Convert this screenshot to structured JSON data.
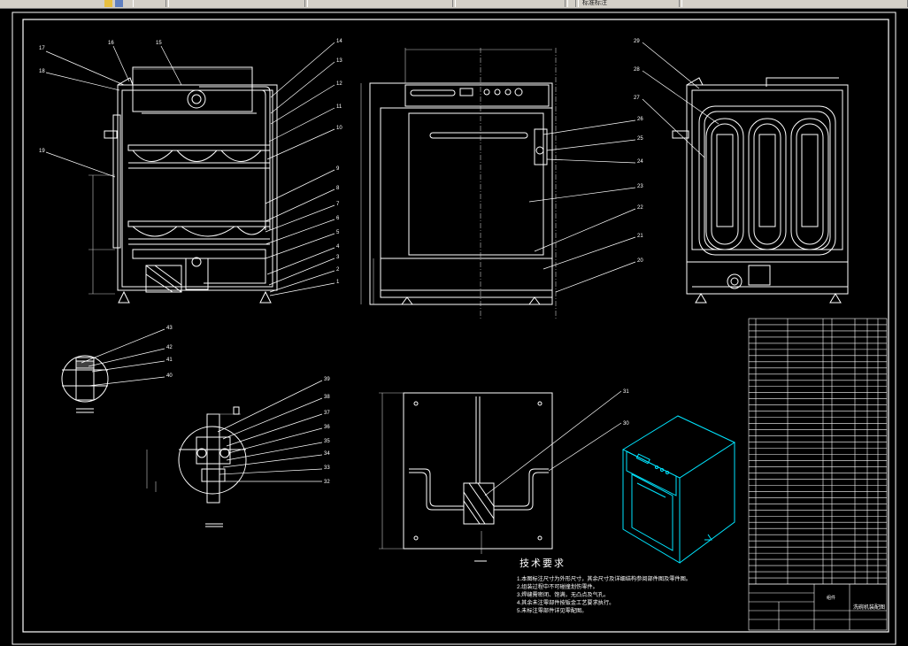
{
  "toolbar": {
    "tabs": [
      "",
      "",
      "",
      "",
      "",
      "标准标注"
    ]
  },
  "drawing": {
    "front_view": {
      "callouts": [
        "17",
        "16",
        "15",
        "14",
        "13",
        "12",
        "11",
        "10",
        "9",
        "8",
        "7",
        "6",
        "5",
        "4",
        "3",
        "2",
        "1",
        "18",
        "19"
      ]
    },
    "door_view": {
      "callouts": [
        "26",
        "25",
        "24",
        "23",
        "22",
        "21",
        "20"
      ]
    },
    "side_view": {
      "callouts": [
        "29",
        "28",
        "27"
      ]
    },
    "detail_a": {
      "callouts": [
        "43",
        "42",
        "41",
        "40"
      ]
    },
    "detail_b": {
      "callouts": [
        "39",
        "38",
        "37",
        "36",
        "35",
        "34",
        "33",
        "32"
      ]
    },
    "plate_view": {
      "callouts": [
        "31",
        "30"
      ]
    },
    "tech_requirements": {
      "title": "技术要求",
      "items": [
        "1.本图标注尺寸为外形尺寸，其余尺寸及详细结构参阅部件图及零件图。",
        "2.组装过程中不可碰撞划伤零件。",
        "3.焊缝需密闭、饱满，无凸点及气孔。",
        "4.其余未注零部件按钣金工艺要求执行。",
        "5.未标注零部件详见零配图。"
      ]
    },
    "title_block": {
      "title": "洗碗机装配图",
      "material": "组件"
    }
  },
  "colors": {
    "background": "#000000",
    "lines": "#ffffff",
    "iso_view": "#00e5ff",
    "dimension": "#c8c8c8"
  }
}
